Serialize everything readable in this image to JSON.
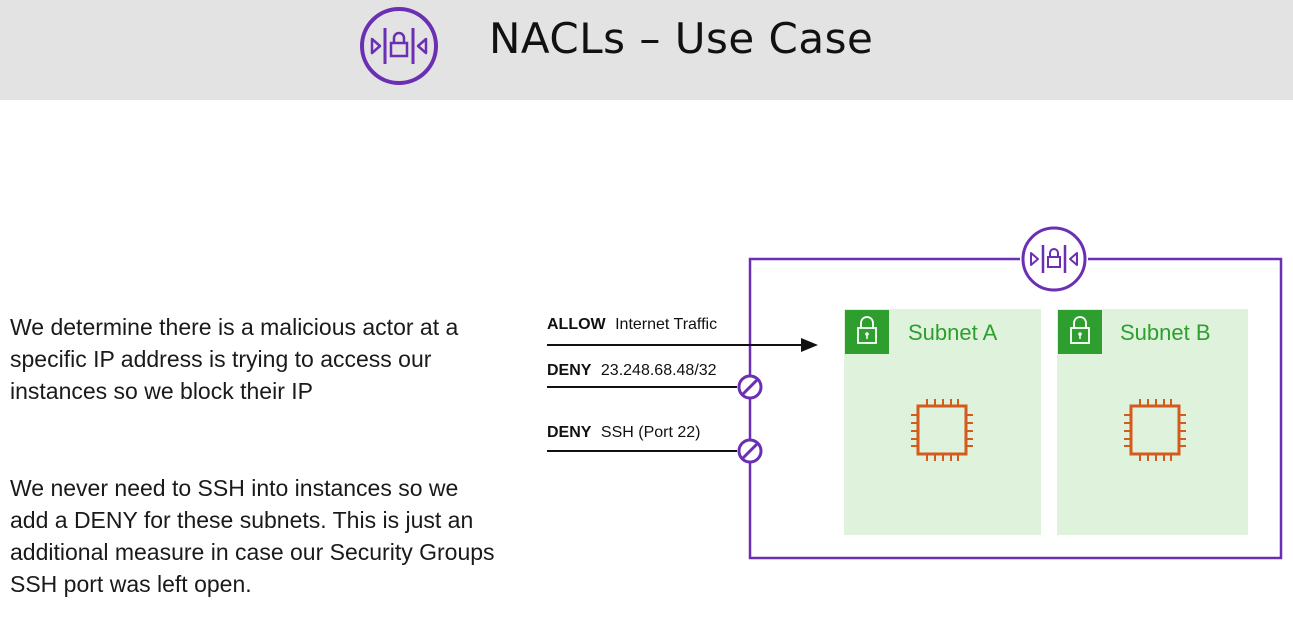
{
  "header": {
    "title": "NACLs – Use Case",
    "icon": "nacl-icon"
  },
  "text": {
    "paragraph_1": "We determine there is a malicious actor at a specific IP address is trying to access our instances so we block their IP",
    "paragraph_2": "We never need to SSH into instances so we add a DENY for these subnets. This is just an additional measure in case our Security Groups SSH port was left open."
  },
  "diagram": {
    "rules": [
      {
        "action": "ALLOW",
        "target": "Internet Traffic",
        "icon": "arrow-icon"
      },
      {
        "action": "DENY",
        "target": "23.248.68.48/32",
        "icon": "deny-icon"
      },
      {
        "action": "DENY",
        "target": "SSH (Port 22)",
        "icon": "deny-icon"
      }
    ],
    "subnets": [
      {
        "name": "Subnet A",
        "icon": "lock-icon",
        "resource_icon": "ec2-instance-icon"
      },
      {
        "name": "Subnet B",
        "icon": "lock-icon",
        "resource_icon": "ec2-instance-icon"
      }
    ],
    "colors": {
      "nacl": "#6b2fb3",
      "subnet_fill": "#dff3dc",
      "subnet_badge": "#2e9e2e",
      "instance": "#d45b1e",
      "header_bg": "#e3e3e3"
    }
  }
}
